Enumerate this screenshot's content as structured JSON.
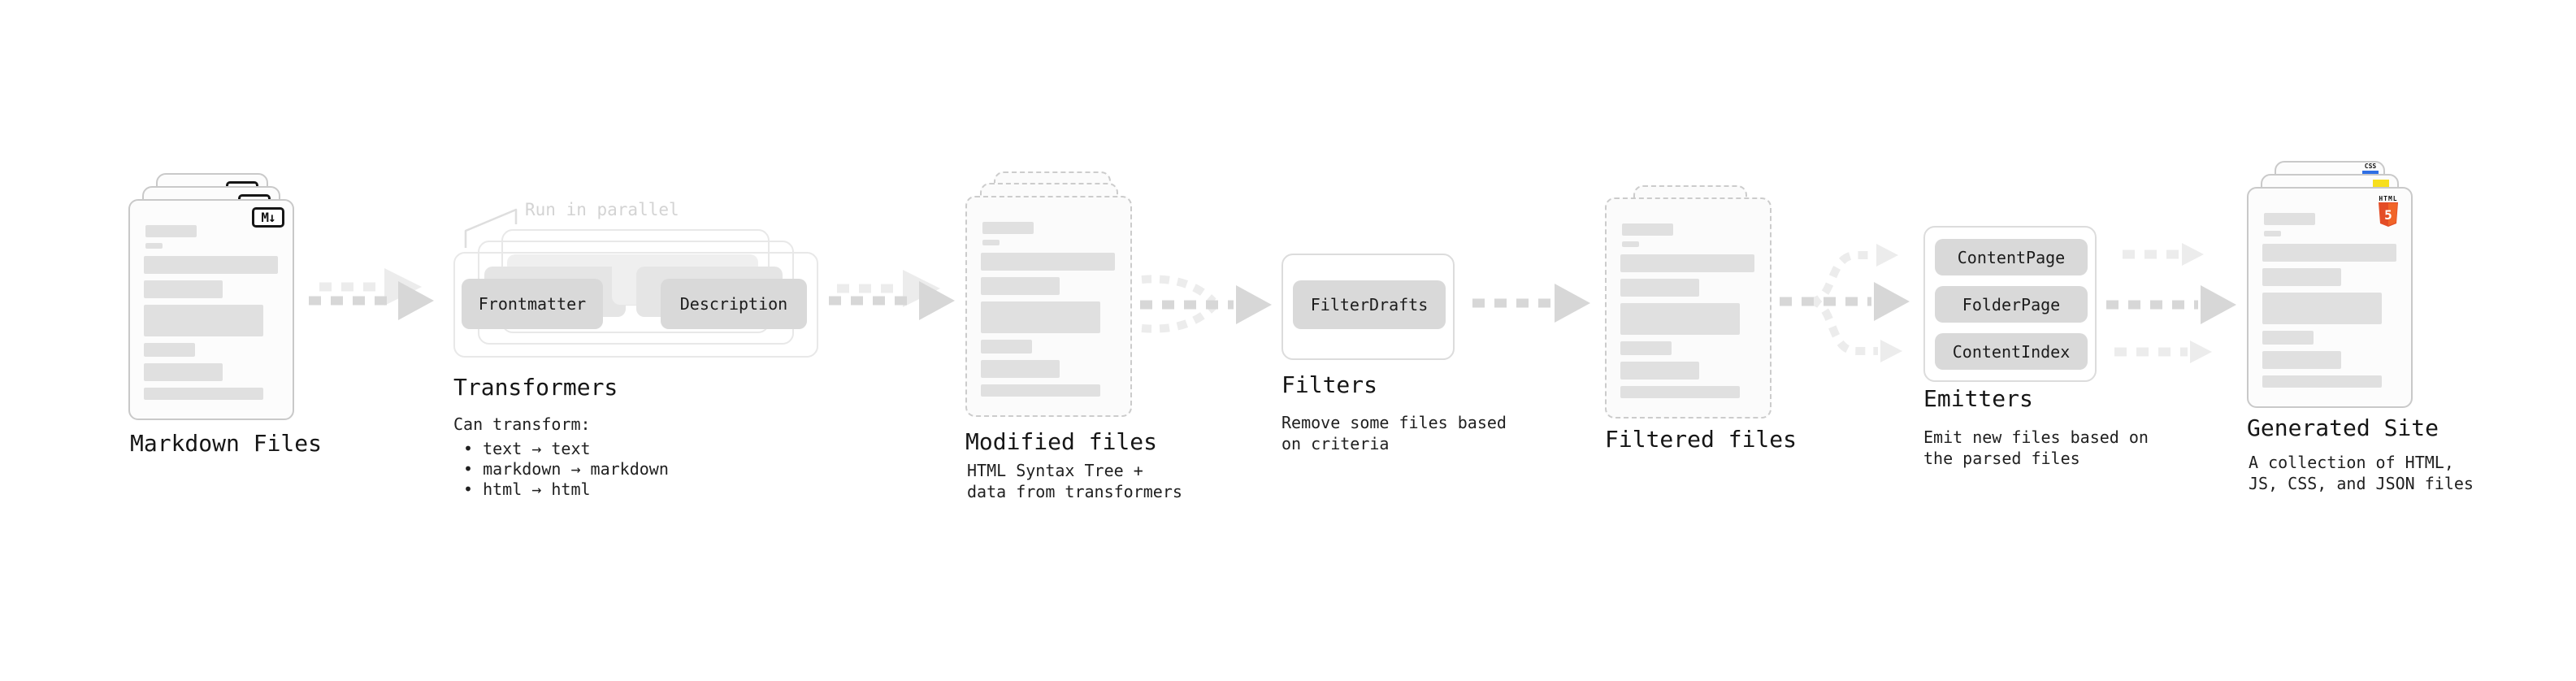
{
  "palette": {
    "arrow_gray": "#d7d7d7",
    "arrow_light": "#ececec",
    "html5_orange": "#e44d26",
    "html5_orange_light": "#f16529",
    "js_yellow": "#f7df1e",
    "css_blue": "#2f6fe4"
  },
  "stages": {
    "markdown_files": {
      "label": "Markdown Files",
      "icon_label": "M↓"
    },
    "transformers": {
      "label": "Transformers",
      "parallel_note": "Run in parallel",
      "pills": [
        "Frontmatter",
        "Description"
      ],
      "can_transform_title": "Can transform:",
      "bullets": [
        "• text → text",
        "• markdown → markdown",
        "• html → html"
      ]
    },
    "modified_files": {
      "label": "Modified files",
      "description": "HTML Syntax Tree +\ndata from transformers"
    },
    "filters": {
      "label": "Filters",
      "pills": [
        "FilterDrafts"
      ],
      "description": "Remove some files based\non criteria"
    },
    "filtered_files": {
      "label": "Filtered files"
    },
    "emitters": {
      "label": "Emitters",
      "pills": [
        "ContentPage",
        "FolderPage",
        "ContentIndex"
      ],
      "description": "Emit new files based on\nthe parsed files"
    },
    "generated_site": {
      "label": "Generated Site",
      "description": "A collection of HTML,\nJS, CSS, and JSON files",
      "icons": {
        "html_text": "HTML",
        "html_number": "5",
        "css_text": "CSS"
      }
    }
  }
}
